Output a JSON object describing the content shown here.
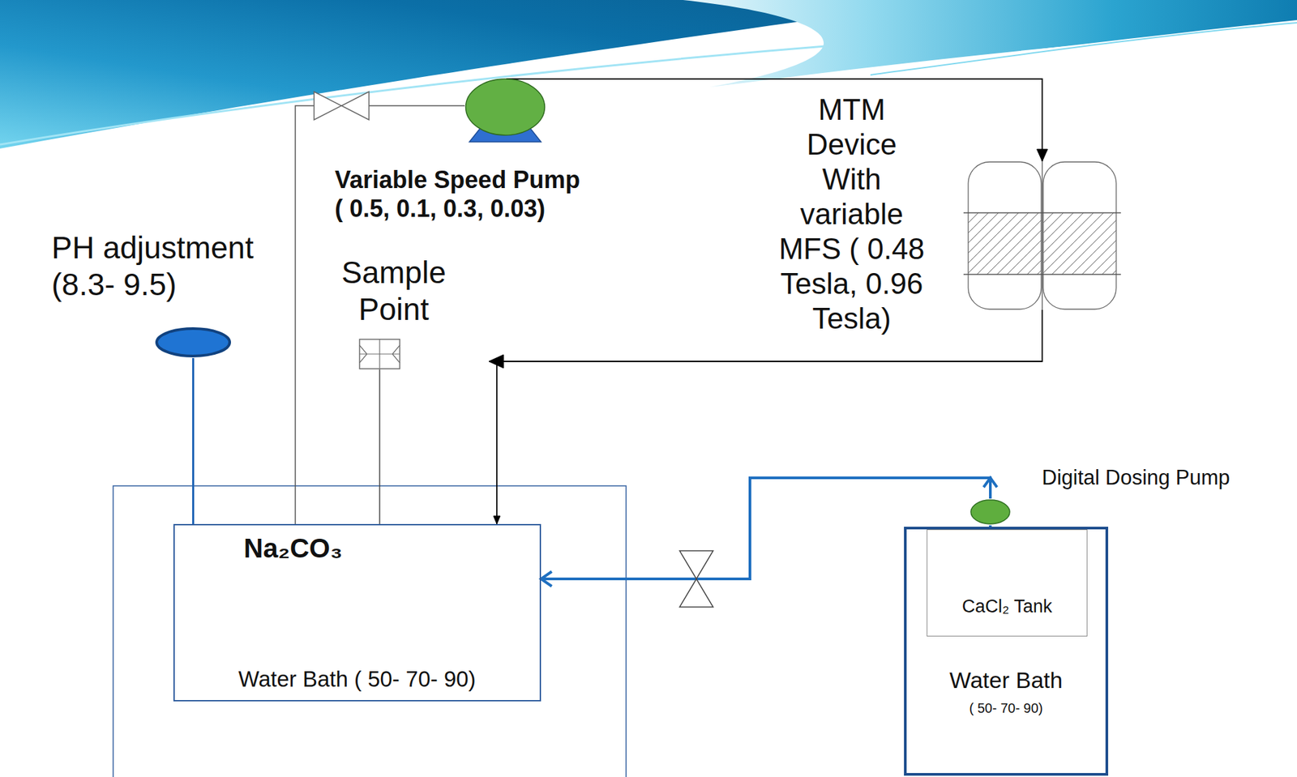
{
  "diagram": {
    "nodes": [
      {
        "text": [
          "PH adjustment (8.3- 9.5)"
        ]
      },
      {
        "text": [
          "Variable Speed Pump ( 0.5, 0.1, 0.3, 0.03)"
        ]
      },
      {
        "text": [
          "Sample Point"
        ]
      },
      {
        "text": [
          "MTM Device With variable MFS ( 0.48 Tesla, 0.96 Tesla)"
        ]
      },
      {
        "text": [
          "Na₂CO₃",
          "Water Bath ( 50- 70- 90)"
        ]
      },
      {
        "text": [
          "Digital Dosing Pump"
        ]
      },
      {
        "text": [
          "Water Bath",
          "( 50- 70- 90)"
        ]
      },
      {
        "text": [
          "CaCl₂ Tank"
        ],
        "in": 6
      }
    ],
    "edges": [
      {
        "from": 0,
        "to": 4,
        "arrow": "none"
      },
      {
        "from": 2,
        "to": 4,
        "arrow": "none"
      },
      {
        "from": 4,
        "to": 1,
        "arrow": "none"
      },
      {
        "from": 1,
        "to": 3,
        "arrow": "to"
      },
      {
        "from": 3,
        "to": 4,
        "arrow": "to"
      },
      {
        "from": 7,
        "to": 5,
        "arrow": "none"
      },
      {
        "from": 5,
        "to": 4,
        "arrow": "to"
      }
    ]
  }
}
